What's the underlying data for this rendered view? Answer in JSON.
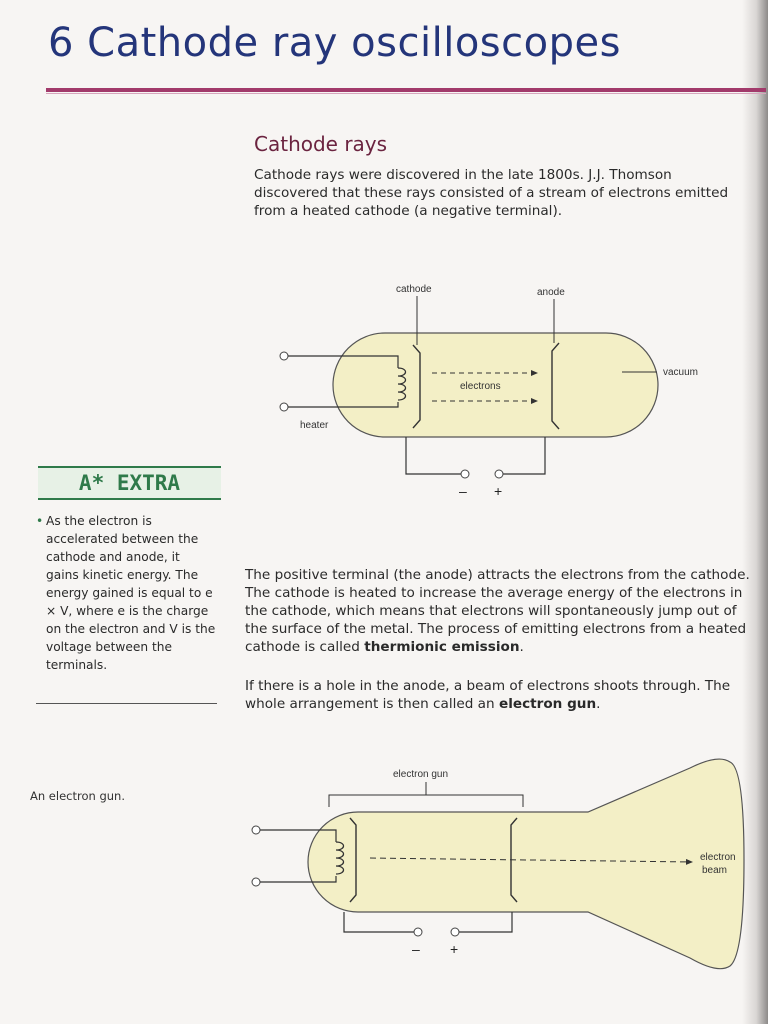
{
  "page": {
    "chapter_title": "6 Cathode ray oscilloscopes",
    "section_heading": "Cathode rays",
    "paragraph1": "Cathode rays were discovered in the late 1800s. J.J. Thomson discovered that these rays consisted of a stream of electrons emitted from a heated cathode (a negative terminal).",
    "paragraph2_before": "The positive terminal (the anode) attracts the electrons from the cathode. The cathode is heated to increase the average energy of the electrons in the cathode, which means that electrons will spontaneously jump out of the surface of the metal. The process of emitting electrons from a heated cathode is called ",
    "paragraph2_bold": "thermionic emission",
    "paragraph2_after": ".",
    "paragraph3_before": "If there is a hole in the anode, a beam of electrons shoots through. The whole arrangement is then called an ",
    "paragraph3_bold": "electron gun",
    "paragraph3_after": "."
  },
  "sidebar": {
    "title": "A* EXTRA",
    "bullet": "•",
    "text": "As the electron is accelerated between the cathode and anode, it gains kinetic energy. The energy gained is equal to e × V, where e is the charge on the electron and V is the voltage between the terminals."
  },
  "figure1": {
    "label_cathode": "cathode",
    "label_anode": "anode",
    "label_electrons": "electrons",
    "label_vacuum": "vacuum",
    "label_heater": "heater",
    "label_minus": "–",
    "label_plus": "+"
  },
  "figure2": {
    "caption": "An electron gun.",
    "label_electron_gun": "electron gun",
    "label_electron_beam_line1": "electron",
    "label_electron_beam_line2": "beam",
    "label_minus": "–",
    "label_plus": "+"
  },
  "colors": {
    "title_blue": "#24357a",
    "rule_magenta": "#a23a6b",
    "heading_maroon": "#6b2440",
    "extra_green": "#2f7a4a",
    "tube_fill": "#f3efc6"
  }
}
